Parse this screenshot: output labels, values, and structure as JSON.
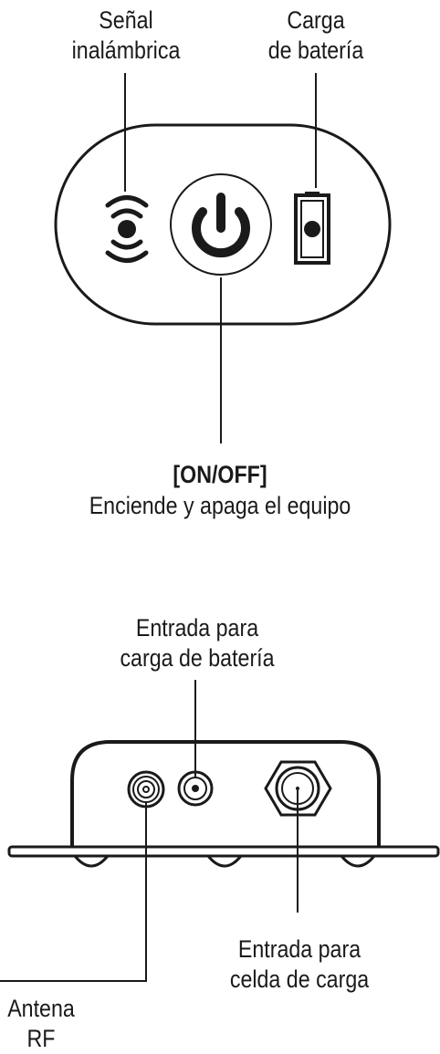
{
  "top_panel": {
    "wireless_signal_label": "Señal inalámbrica",
    "wireless_signal_line1": "Señal",
    "wireless_signal_line2": "inalámbrica",
    "battery_charge_line1": "Carga",
    "battery_charge_line2": "de batería",
    "power_button_title": "[ON/OFF]",
    "power_button_description": "Enciende y apaga el equipo",
    "icons": [
      "wireless-signal-icon",
      "power-icon",
      "battery-icon"
    ]
  },
  "bottom_panel": {
    "charging_input_line1": "Entrada para",
    "charging_input_line2": "carga de batería",
    "load_cell_input_line1": "Entrada para",
    "load_cell_input_line2": "celda de carga",
    "antenna_line1": "Antena",
    "antenna_line2": "RF",
    "icons": [
      "rf-antenna-connector-icon",
      "charging-jack-icon",
      "load-cell-connector-icon"
    ]
  },
  "colors": {
    "ink": "#1a1a1a",
    "background": "#ffffff"
  }
}
